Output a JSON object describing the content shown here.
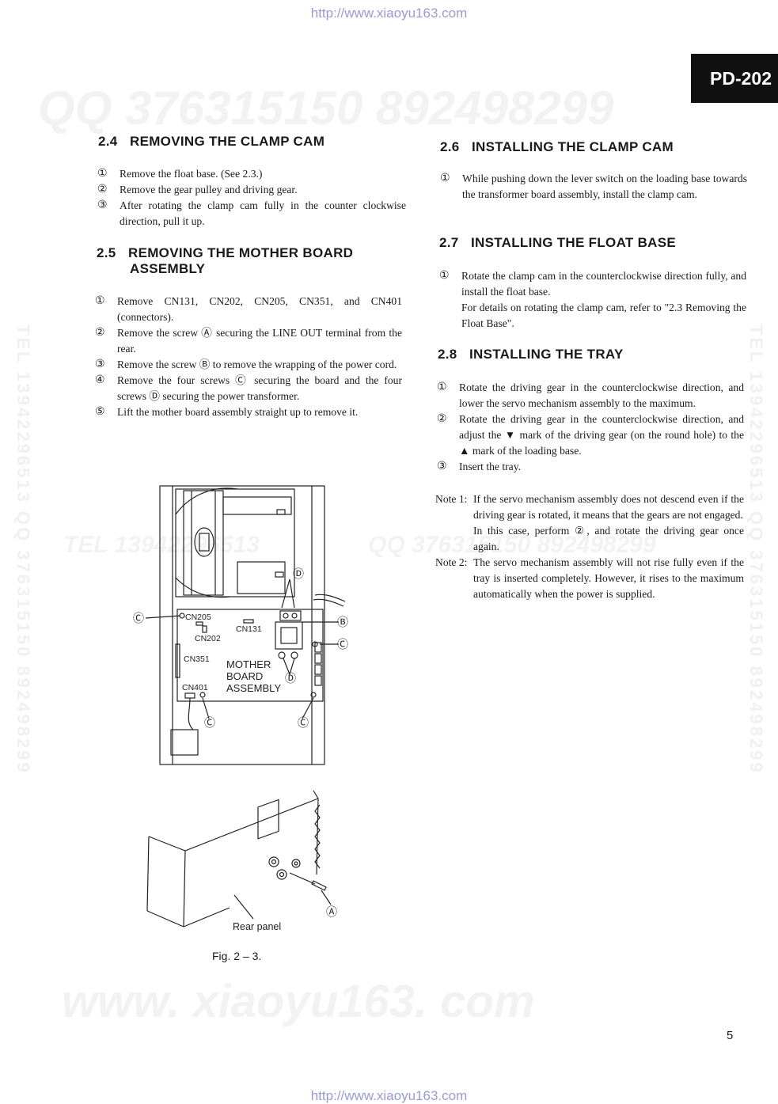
{
  "header": {
    "url_top": "http://www.xiaoyu163.com",
    "url_bottom": "http://www.xiaoyu163.com",
    "model_tag": "PD-202"
  },
  "watermarks": {
    "qq_line": "QQ 376315150   892498299",
    "www_line": "www. xiaoyu163. com",
    "tel_line": "TEL 13942296513",
    "qq_mid": "QQ 376315150 892498299",
    "vertical": "TEL 13942296513  QQ 376315150  892498299"
  },
  "sections": {
    "s24": {
      "num": "2.4",
      "title": "REMOVING THE CLAMP CAM",
      "items": [
        {
          "c": "①",
          "t": "Remove the float base. (See 2.3.)"
        },
        {
          "c": "②",
          "t": "Remove the gear pulley and driving gear."
        },
        {
          "c": "③",
          "t": "After rotating the clamp cam fully in the counter clockwise direction, pull it up."
        }
      ]
    },
    "s25": {
      "num": "2.5",
      "title_line1": "REMOVING THE MOTHER BOARD",
      "title_line2": "ASSEMBLY",
      "items": [
        {
          "c": "①",
          "t": "Remove CN131, CN202, CN205, CN351, and CN401 (connectors)."
        },
        {
          "c": "②",
          "t": "Remove the screw Ⓐ securing the LINE OUT terminal from the rear."
        },
        {
          "c": "③",
          "t": "Remove the screw Ⓑ to remove the wrapping of the power cord."
        },
        {
          "c": "④",
          "t": "Remove the four screws Ⓒ securing the board and the four screws Ⓓ securing the power transformer."
        },
        {
          "c": "⑤",
          "t": "Lift the mother board assembly straight up to remove it."
        }
      ]
    },
    "s26": {
      "num": "2.6",
      "title": "INSTALLING THE CLAMP CAM",
      "items": [
        {
          "c": "①",
          "t": "While pushing down the lever switch on the loading base towards the transformer board assembly, install the clamp cam."
        }
      ]
    },
    "s27": {
      "num": "2.7",
      "title": "INSTALLING THE FLOAT BASE",
      "items": [
        {
          "c": "①",
          "t": "Rotate the clamp cam in the counterclockwise direction fully, and install the float base.",
          "t2": "For details on rotating the clamp cam, refer to \"2.3 Removing the Float Base\"."
        }
      ]
    },
    "s28": {
      "num": "2.8",
      "title": "INSTALLING THE TRAY",
      "items": [
        {
          "c": "①",
          "t": "Rotate the driving gear in the counterclockwise direction, and lower the servo mechanism assembly to the maximum."
        },
        {
          "c": "②",
          "t": "Rotate the driving gear in the counterclockwise direction, and adjust the ▼ mark of the driving gear (on the round hole) to the ▲ mark of the loading base."
        },
        {
          "c": "③",
          "t": "Insert the tray."
        }
      ],
      "notes": [
        {
          "label": "Note 1:",
          "t": "If the servo mechanism assembly does not descend even if the driving gear is rotated, it means that the gears are not engaged.",
          "t2": "In this case, perform ②, and rotate the driving gear once again."
        },
        {
          "label": "Note 2:",
          "t": "The servo mechanism assembly will not rise fully even if the tray is inserted completely. However, it rises to the maximum automatically when the power is supplied."
        }
      ]
    }
  },
  "figure": {
    "labels": {
      "cn205": "CN205",
      "cn202": "CN202",
      "cn131": "CN131",
      "cn351": "CN351",
      "cn401": "CN401",
      "board_l1": "MOTHER",
      "board_l2": "BOARD",
      "board_l3": "ASSEMBLY",
      "mark_a": "Ⓐ",
      "mark_b": "Ⓑ",
      "mark_c": "Ⓒ",
      "mark_d": "Ⓓ",
      "rear_panel": "Rear panel"
    },
    "caption": "Fig. 2 – 3."
  },
  "page_number": "5"
}
